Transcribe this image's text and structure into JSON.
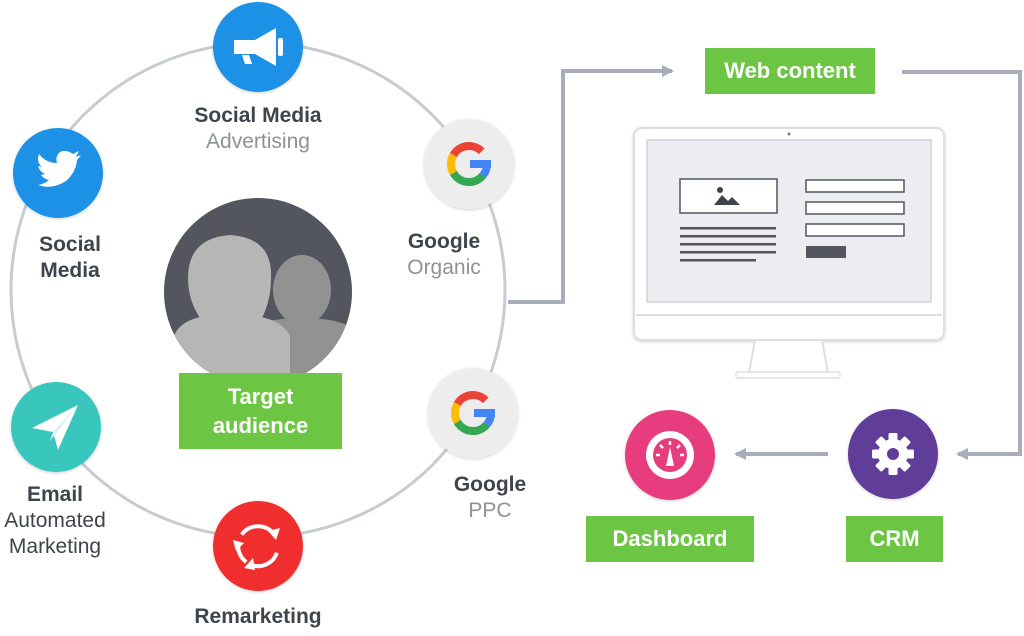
{
  "nodes": {
    "social_ads": {
      "title": "Social Media",
      "sub": "Advertising"
    },
    "social_media": {
      "title": "Social",
      "sub": "Media"
    },
    "google_organic": {
      "title": "Google",
      "sub": "Organic"
    },
    "google_ppc": {
      "title": "Google",
      "sub": "PPC"
    },
    "email": {
      "title": "Email",
      "sub1": "Automated",
      "sub2": "Marketing"
    },
    "remarketing": {
      "title": "Remarketing"
    }
  },
  "center": {
    "line1": "Target",
    "line2": "audience"
  },
  "flow": {
    "web": "Web content",
    "crm": "CRM",
    "dashboard": "Dashboard"
  },
  "colors": {
    "ring": "#c9cbd2",
    "connector": "#a7adbb",
    "green": "#6cc644",
    "blue": "#1d91e5",
    "teal": "#37c6bd",
    "red": "#f12d2d",
    "pink": "#e73c7e",
    "purple": "#5f3d98",
    "dark": "#53565e",
    "silhouette": "#b6b6b6",
    "google_bg": "#ededed"
  },
  "icons": {
    "social_ads": "megaphone-icon",
    "social_media": "twitter-bird-icon",
    "google": "google-g-icon",
    "email": "paper-plane-icon",
    "remarketing": "refresh-arrows-icon",
    "dashboard": "speedometer-icon",
    "crm": "gear-icon",
    "web": "desktop-monitor-icon",
    "audience": "people-silhouette-icon"
  }
}
